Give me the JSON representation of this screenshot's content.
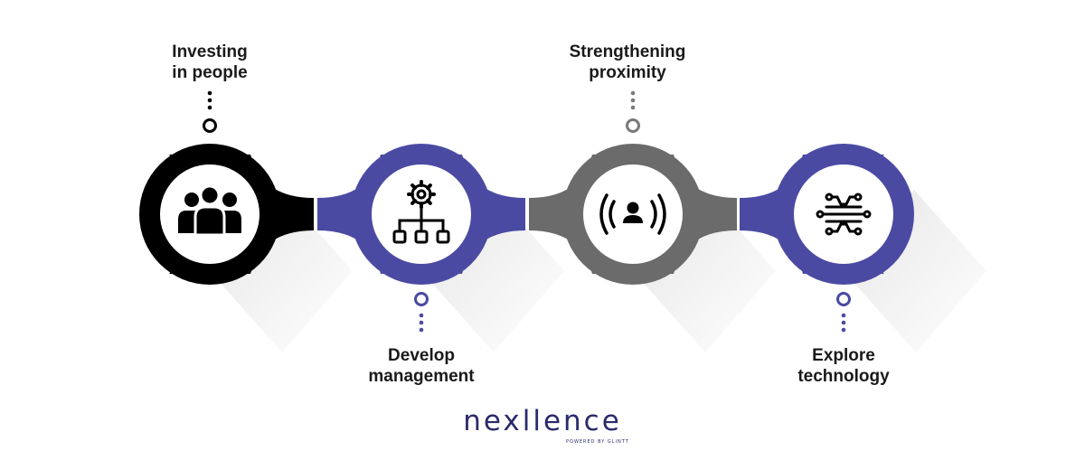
{
  "steps": [
    {
      "line1": "Investing",
      "line2": "in people",
      "color": "#000000",
      "dot_color": "#000000",
      "icon": "people-group-icon"
    },
    {
      "line1": "Develop",
      "line2": "management",
      "color": "#4b4aa3",
      "dot_color": "#4b4aa3",
      "icon": "gear-hierarchy-icon"
    },
    {
      "line1": "Strengthening",
      "line2": "proximity",
      "color": "#6b6b6b",
      "dot_color": "#7a7a7a",
      "icon": "person-signal-icon"
    },
    {
      "line1": "Explore",
      "line2": "technology",
      "color": "#4b4aa3",
      "dot_color": "#4b4aa3",
      "icon": "circuit-icon"
    }
  ],
  "brand": {
    "name": "nexllence",
    "tagline": "POWERED BY GLINTT"
  }
}
